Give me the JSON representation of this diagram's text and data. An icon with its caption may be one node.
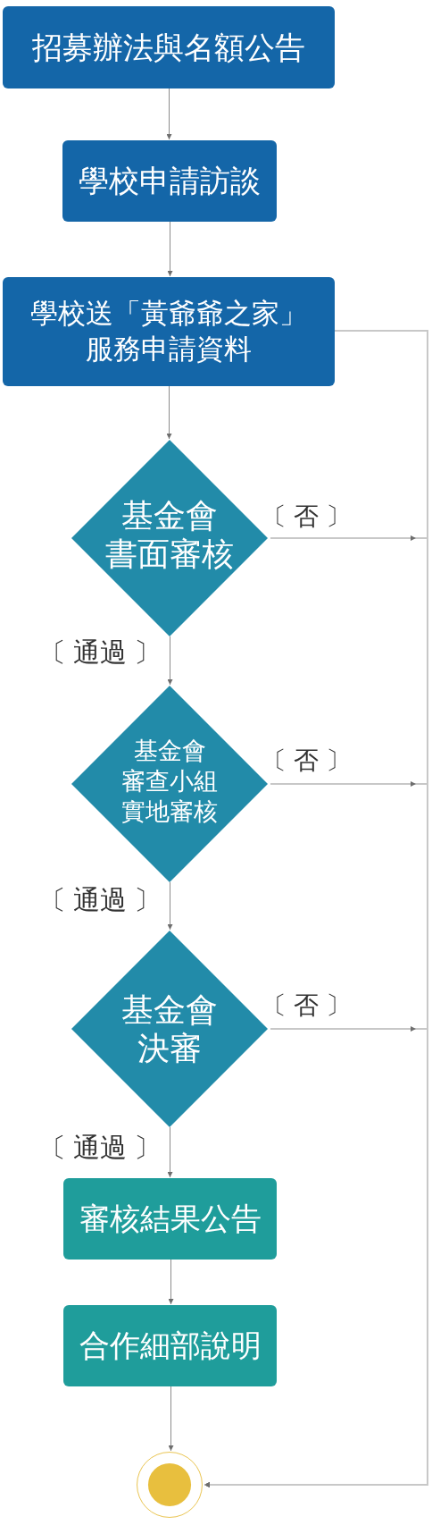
{
  "diagram": {
    "nodes": [
      {
        "text": [
          "招募辦法與名額公告"
        ]
      },
      {
        "text": [
          "學校申請訪談"
        ]
      },
      {
        "text": [
          "學校送「黃爺爺之家」服務申請資料"
        ]
      },
      {
        "text": [
          "基金會",
          "書面審核"
        ]
      },
      {
        "text": [
          "基金會",
          "審查小組",
          "實地審核"
        ]
      },
      {
        "text": [
          "基金會",
          "決審"
        ]
      },
      {
        "text": [
          "審核結果公告"
        ]
      },
      {
        "text": [
          "合作細部說明"
        ]
      },
      {
        "text": [],
        "shape": "circle"
      }
    ],
    "edges": [
      {
        "from": 0,
        "to": 1,
        "arrow": "to"
      },
      {
        "from": 1,
        "to": 2,
        "arrow": "to"
      },
      {
        "from": 2,
        "to": 3,
        "arrow": "to"
      },
      {
        "from": 3,
        "to": 4,
        "arrow": "to",
        "label": "〔 通過 〕"
      },
      {
        "from": 4,
        "to": 5,
        "arrow": "to",
        "label": "〔 通過 〕"
      },
      {
        "from": 5,
        "to": 6,
        "arrow": "to",
        "label": "〔 通過 〕"
      },
      {
        "from": 6,
        "to": 7,
        "arrow": "to"
      },
      {
        "from": 7,
        "to": 8,
        "arrow": "to"
      },
      {
        "from": 2,
        "to": 8,
        "arrow": "to",
        "color": "#c8c8c8"
      },
      {
        "from": 3,
        "to": 8,
        "arrow": "to",
        "label": "〔 否 〕",
        "color": "#c8c8c8"
      },
      {
        "from": 4,
        "to": 8,
        "arrow": "to",
        "label": "〔 否 〕",
        "color": "#c8c8c8"
      },
      {
        "from": 5,
        "to": 8,
        "arrow": "to",
        "label": "〔 否 〕",
        "color": "#c8c8c8"
      }
    ]
  }
}
